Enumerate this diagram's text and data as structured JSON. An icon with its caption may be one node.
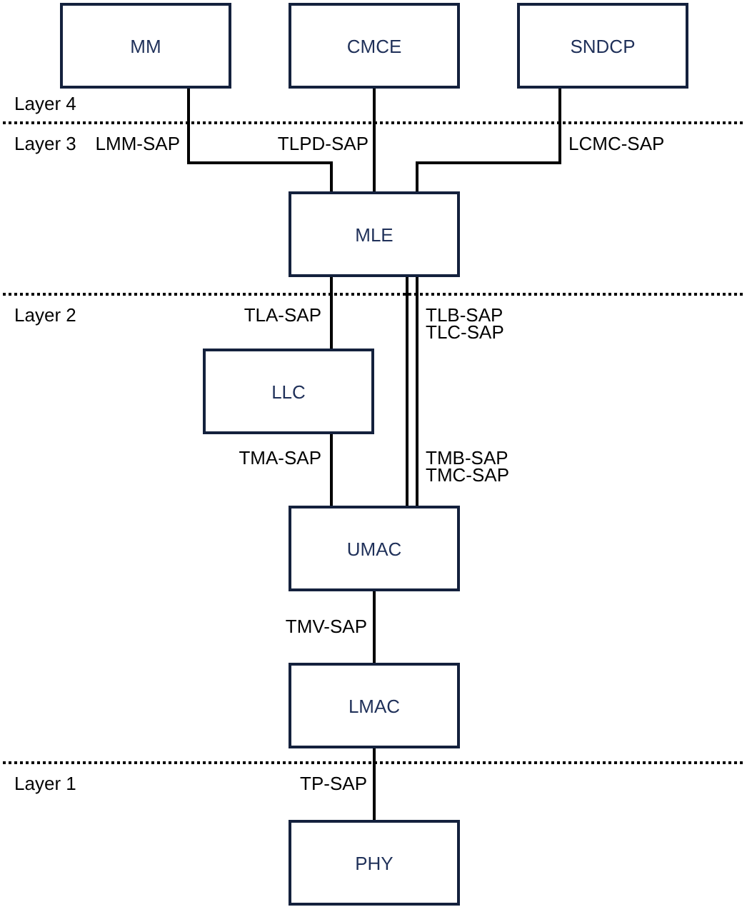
{
  "diagram": {
    "nodes": [
      {
        "text": [
          "MM"
        ]
      },
      {
        "text": [
          "CMCE"
        ]
      },
      {
        "text": [
          "SNDCP"
        ]
      },
      {
        "text": [
          "MLE"
        ]
      },
      {
        "text": [
          "LLC"
        ]
      },
      {
        "text": [
          "UMAC"
        ]
      },
      {
        "text": [
          "LMAC"
        ]
      },
      {
        "text": [
          "PHY"
        ]
      }
    ],
    "edges": [
      {
        "from": 0,
        "to": 3,
        "arrow": "none",
        "label": "LMM-SAP"
      },
      {
        "from": 1,
        "to": 3,
        "arrow": "none",
        "label": "TLPD-SAP"
      },
      {
        "from": 2,
        "to": 3,
        "arrow": "none",
        "label": "LCMC-SAP"
      },
      {
        "from": 3,
        "to": 4,
        "arrow": "none",
        "label": "TLA-SAP"
      },
      {
        "from": 3,
        "to": 5,
        "arrow": "none",
        "label": "TLB-SAP"
      },
      {
        "from": 3,
        "to": 5,
        "arrow": "none",
        "label": "TLC-SAP"
      },
      {
        "from": 4,
        "to": 5,
        "arrow": "none",
        "label": "TMA-SAP"
      },
      {
        "from": 5,
        "to": 6,
        "arrow": "none",
        "label": "TMV-SAP"
      },
      {
        "from": 6,
        "to": 7,
        "arrow": "none",
        "label": "TP-SAP"
      }
    ],
    "labels": [
      "Layer 4",
      "Layer 3",
      "Layer 2",
      "TMB-SAP",
      "TMC-SAP",
      "Layer 1"
    ]
  }
}
